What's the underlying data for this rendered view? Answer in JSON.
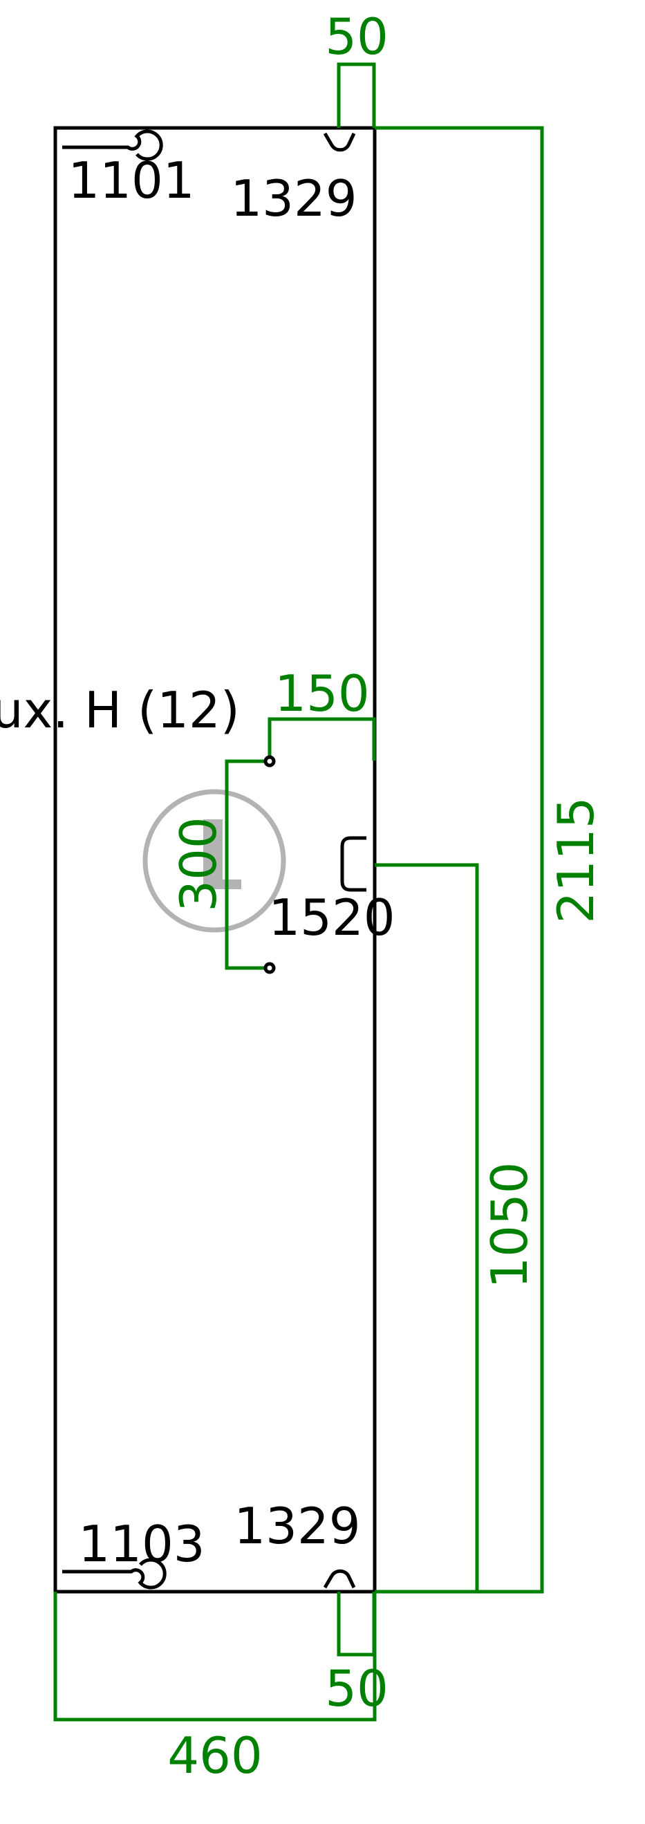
{
  "labels": {
    "hinge_top": "1101",
    "hinge_bottom": "1103",
    "corner_top": "1329",
    "corner_bottom": "1329",
    "part_caption": "ux. H (12)",
    "handle_code": "1520"
  },
  "dimensions": {
    "top_offset": "50",
    "bottom_offset": "50",
    "handle_depth": "150",
    "handle_span": "300",
    "handle_height": "1050",
    "total_height": "2115",
    "total_width": "460"
  },
  "colors": {
    "outline": "#000000",
    "dimension": "#008000",
    "marker": "#b3b3b3",
    "background": "#ffffff"
  },
  "icons": {
    "handle_marker": "circled-l-icon"
  }
}
